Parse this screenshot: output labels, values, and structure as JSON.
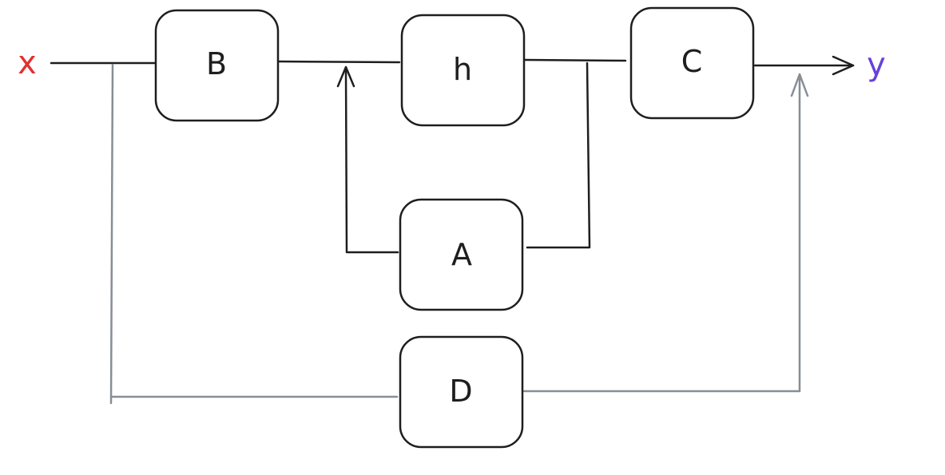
{
  "blocks": {
    "B": "B",
    "h": "h",
    "C": "C",
    "A": "A",
    "D": "D"
  },
  "signals": {
    "input": "x",
    "output": "y"
  },
  "colors": {
    "input": "#e03131",
    "output": "#6741d9",
    "ink": "#1e1e1e",
    "feedforward": "#868e96"
  }
}
